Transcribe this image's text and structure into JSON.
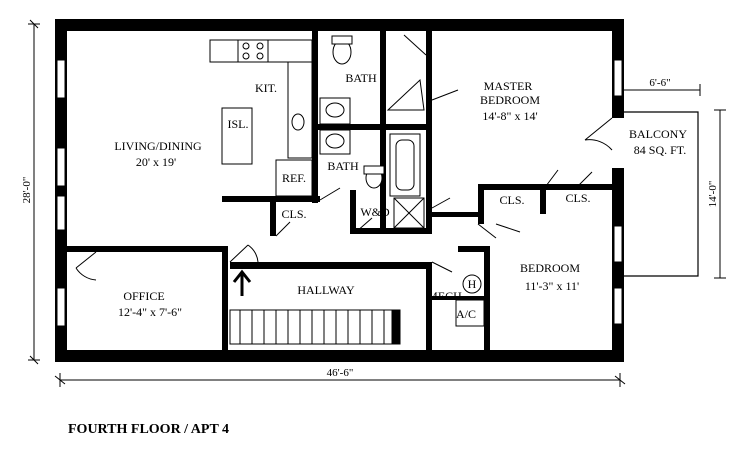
{
  "caption": "FOURTH FLOOR / APT 4",
  "rooms": {
    "kitchen": "KIT.",
    "island": "ISL.",
    "living_name": "LIVING/DINING",
    "living_size": "20' x 19'",
    "refrigerator": "REF.",
    "closet_entry": "CLS.",
    "bath_upper": "BATH",
    "bath_lower": "BATH",
    "washer_dryer": "W&D",
    "master_name": "MASTER",
    "master_name2": "BEDROOM",
    "master_size": "14'-8\" x 14'",
    "closet_bedroom": "CLS.",
    "closet_master": "CLS.",
    "balcony_name": "BALCONY",
    "balcony_size": "84 SQ. FT.",
    "bedroom_name": "BEDROOM",
    "bedroom_size": "11'-3\" x 11'",
    "office_name": "OFFICE",
    "office_size": "12'-4\" x 7'-6\"",
    "hallway": "HALLWAY",
    "mechanical": "MECH.",
    "ac": "A/C",
    "heater": "H"
  },
  "dimensions": {
    "overall_width": "46'-6\"",
    "overall_depth": "28'-0\"",
    "balcony_width": "6'-6\"",
    "balcony_depth": "14'-0\""
  }
}
